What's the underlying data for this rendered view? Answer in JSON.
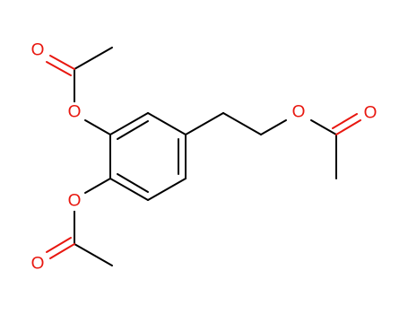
{
  "molecule": {
    "colors": {
      "carbon_bond": "#000000",
      "oxygen": "#e8170f",
      "background": "#ffffff"
    },
    "atoms": {
      "o_ester_upper": "O",
      "o_carbonyl_upper": "O",
      "o_ester_lower": "O",
      "o_carbonyl_lower": "O",
      "o_ester_chain": "O",
      "o_carbonyl_chain": "O"
    }
  }
}
